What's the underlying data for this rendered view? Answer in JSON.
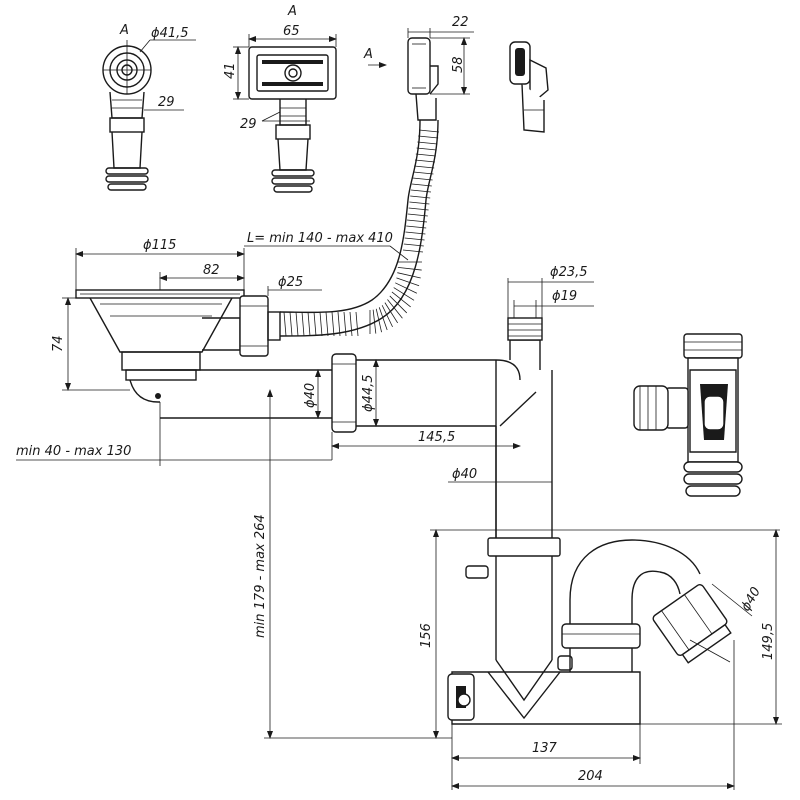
{
  "section_labels": {
    "view_a_left": "A",
    "view_a_mid": "A",
    "view_arrow": "A"
  },
  "dimensions": {
    "d41_5": "ϕ41,5",
    "w65": "65",
    "w22": "22",
    "h41": "41",
    "h58": "58",
    "s29_left": "29",
    "s29_mid": "29",
    "d115": "ϕ115",
    "w82": "82",
    "hose_length": "L= min 140 - max 410",
    "d25": "ϕ25",
    "d23_5": "ϕ23,5",
    "d19": "ϕ19",
    "h74": "74",
    "d40_horizontal": "ϕ40",
    "d44_5": "ϕ44,5",
    "w145_5": "145,5",
    "overflow_range": "min 40 - max 130",
    "d40_vertical": "ϕ40",
    "height_range": "min 179 - max 264",
    "h156": "156",
    "d40_outlet": "ϕ40",
    "h149_5": "149,5",
    "w137": "137",
    "w204": "204"
  }
}
